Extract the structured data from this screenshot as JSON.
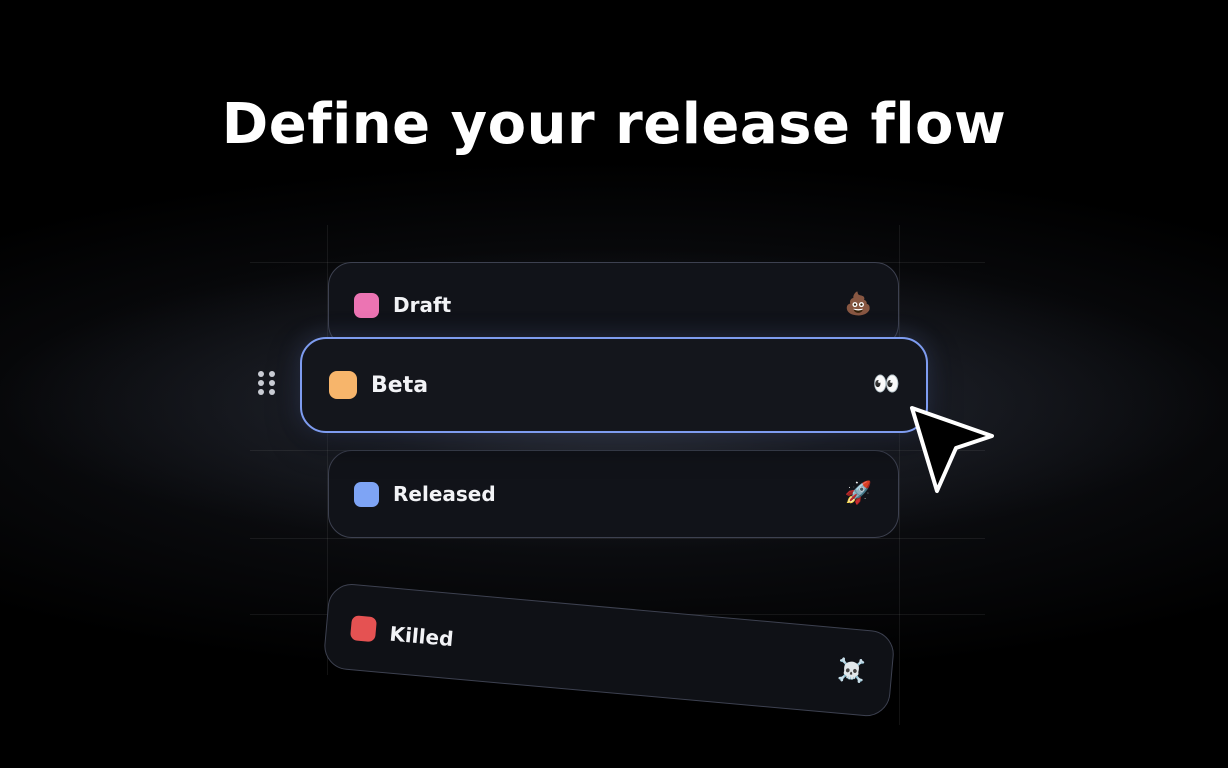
{
  "heading": "Define your release flow",
  "statuses": [
    {
      "label": "Draft",
      "color": "#ec74b3",
      "emoji": "💩",
      "emoji_name": "poop-emoji"
    },
    {
      "label": "Beta",
      "color": "#f7b56b",
      "emoji": "👀",
      "emoji_name": "eyes-emoji",
      "state": "dragging"
    },
    {
      "label": "Released",
      "color": "#7ea4f5",
      "emoji": "🚀",
      "emoji_name": "rocket-emoji"
    },
    {
      "label": "Killed",
      "color": "#e55252",
      "emoji": "☠️",
      "emoji_name": "skull-crossbones-emoji"
    }
  ],
  "colors": {
    "background": "#000000",
    "card": "#111319",
    "card_border": "#3d4150",
    "active_border": "#7e9cf0",
    "text": "#f2f3f6"
  },
  "icons": {
    "drag_handle": "drag-handle-icon",
    "cursor": "arrow-cursor-icon"
  }
}
